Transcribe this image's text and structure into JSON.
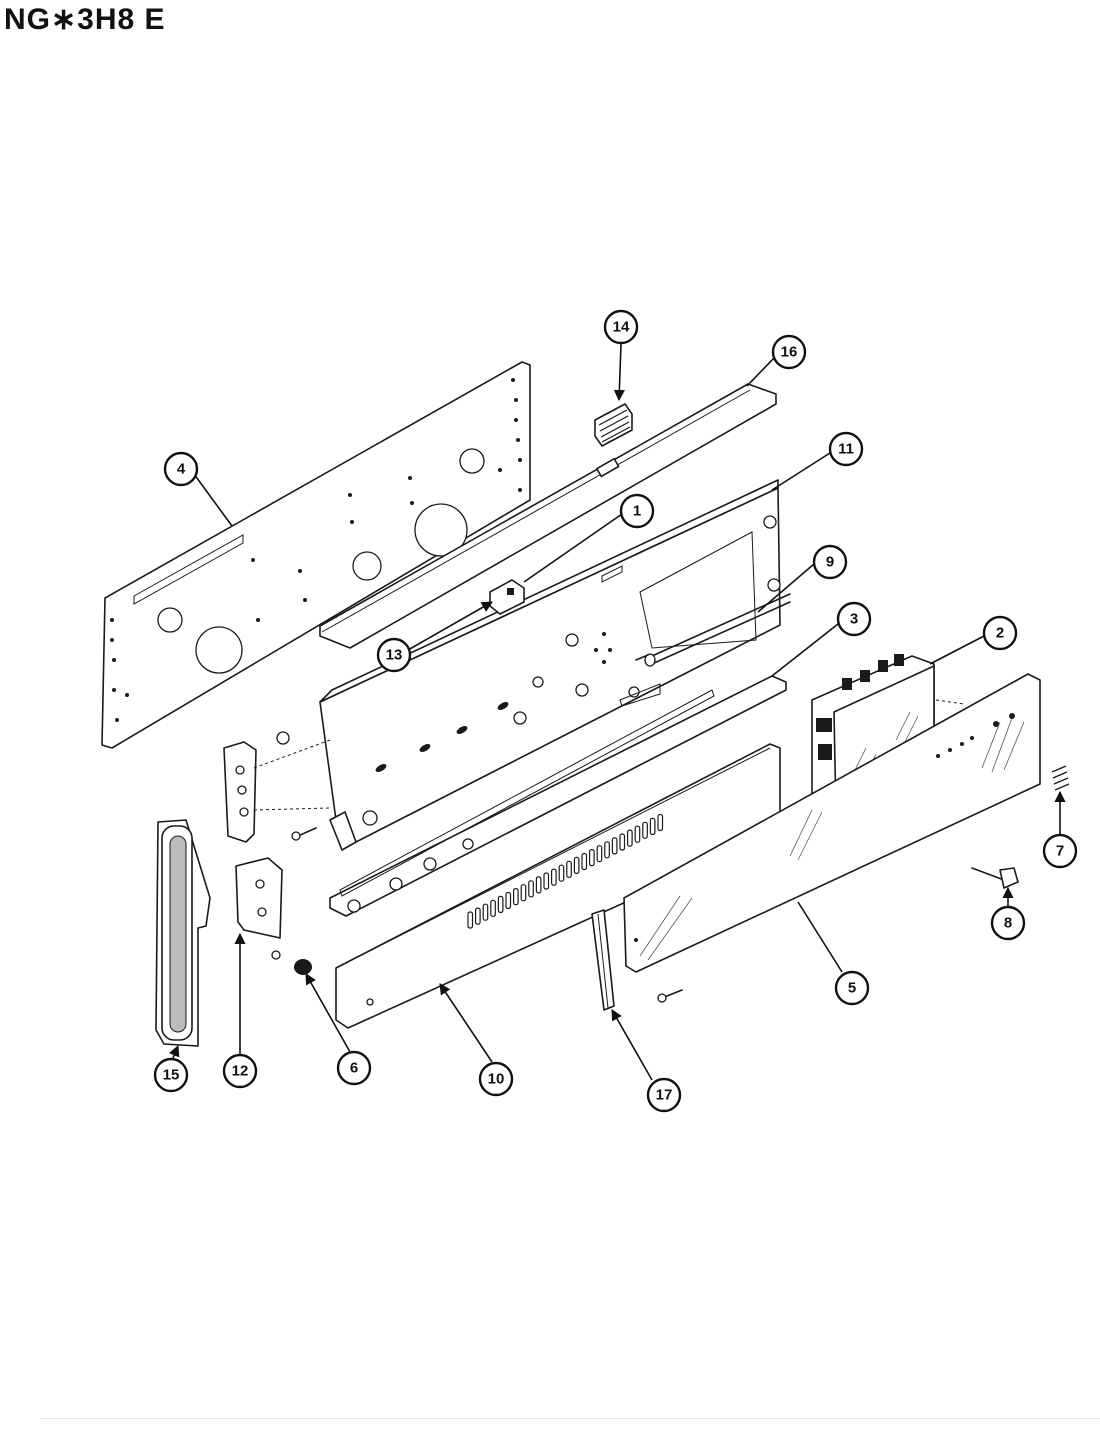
{
  "model_title": "NG∗3H8 E",
  "callouts": {
    "c1": "1",
    "c2": "2",
    "c3": "3",
    "c4": "4",
    "c5": "5",
    "c6": "6",
    "c7": "7",
    "c8": "8",
    "c9": "9",
    "c10": "10",
    "c11": "11",
    "c12": "12",
    "c13": "13",
    "c14": "14",
    "c15": "15",
    "c16": "16",
    "c17": "17"
  }
}
